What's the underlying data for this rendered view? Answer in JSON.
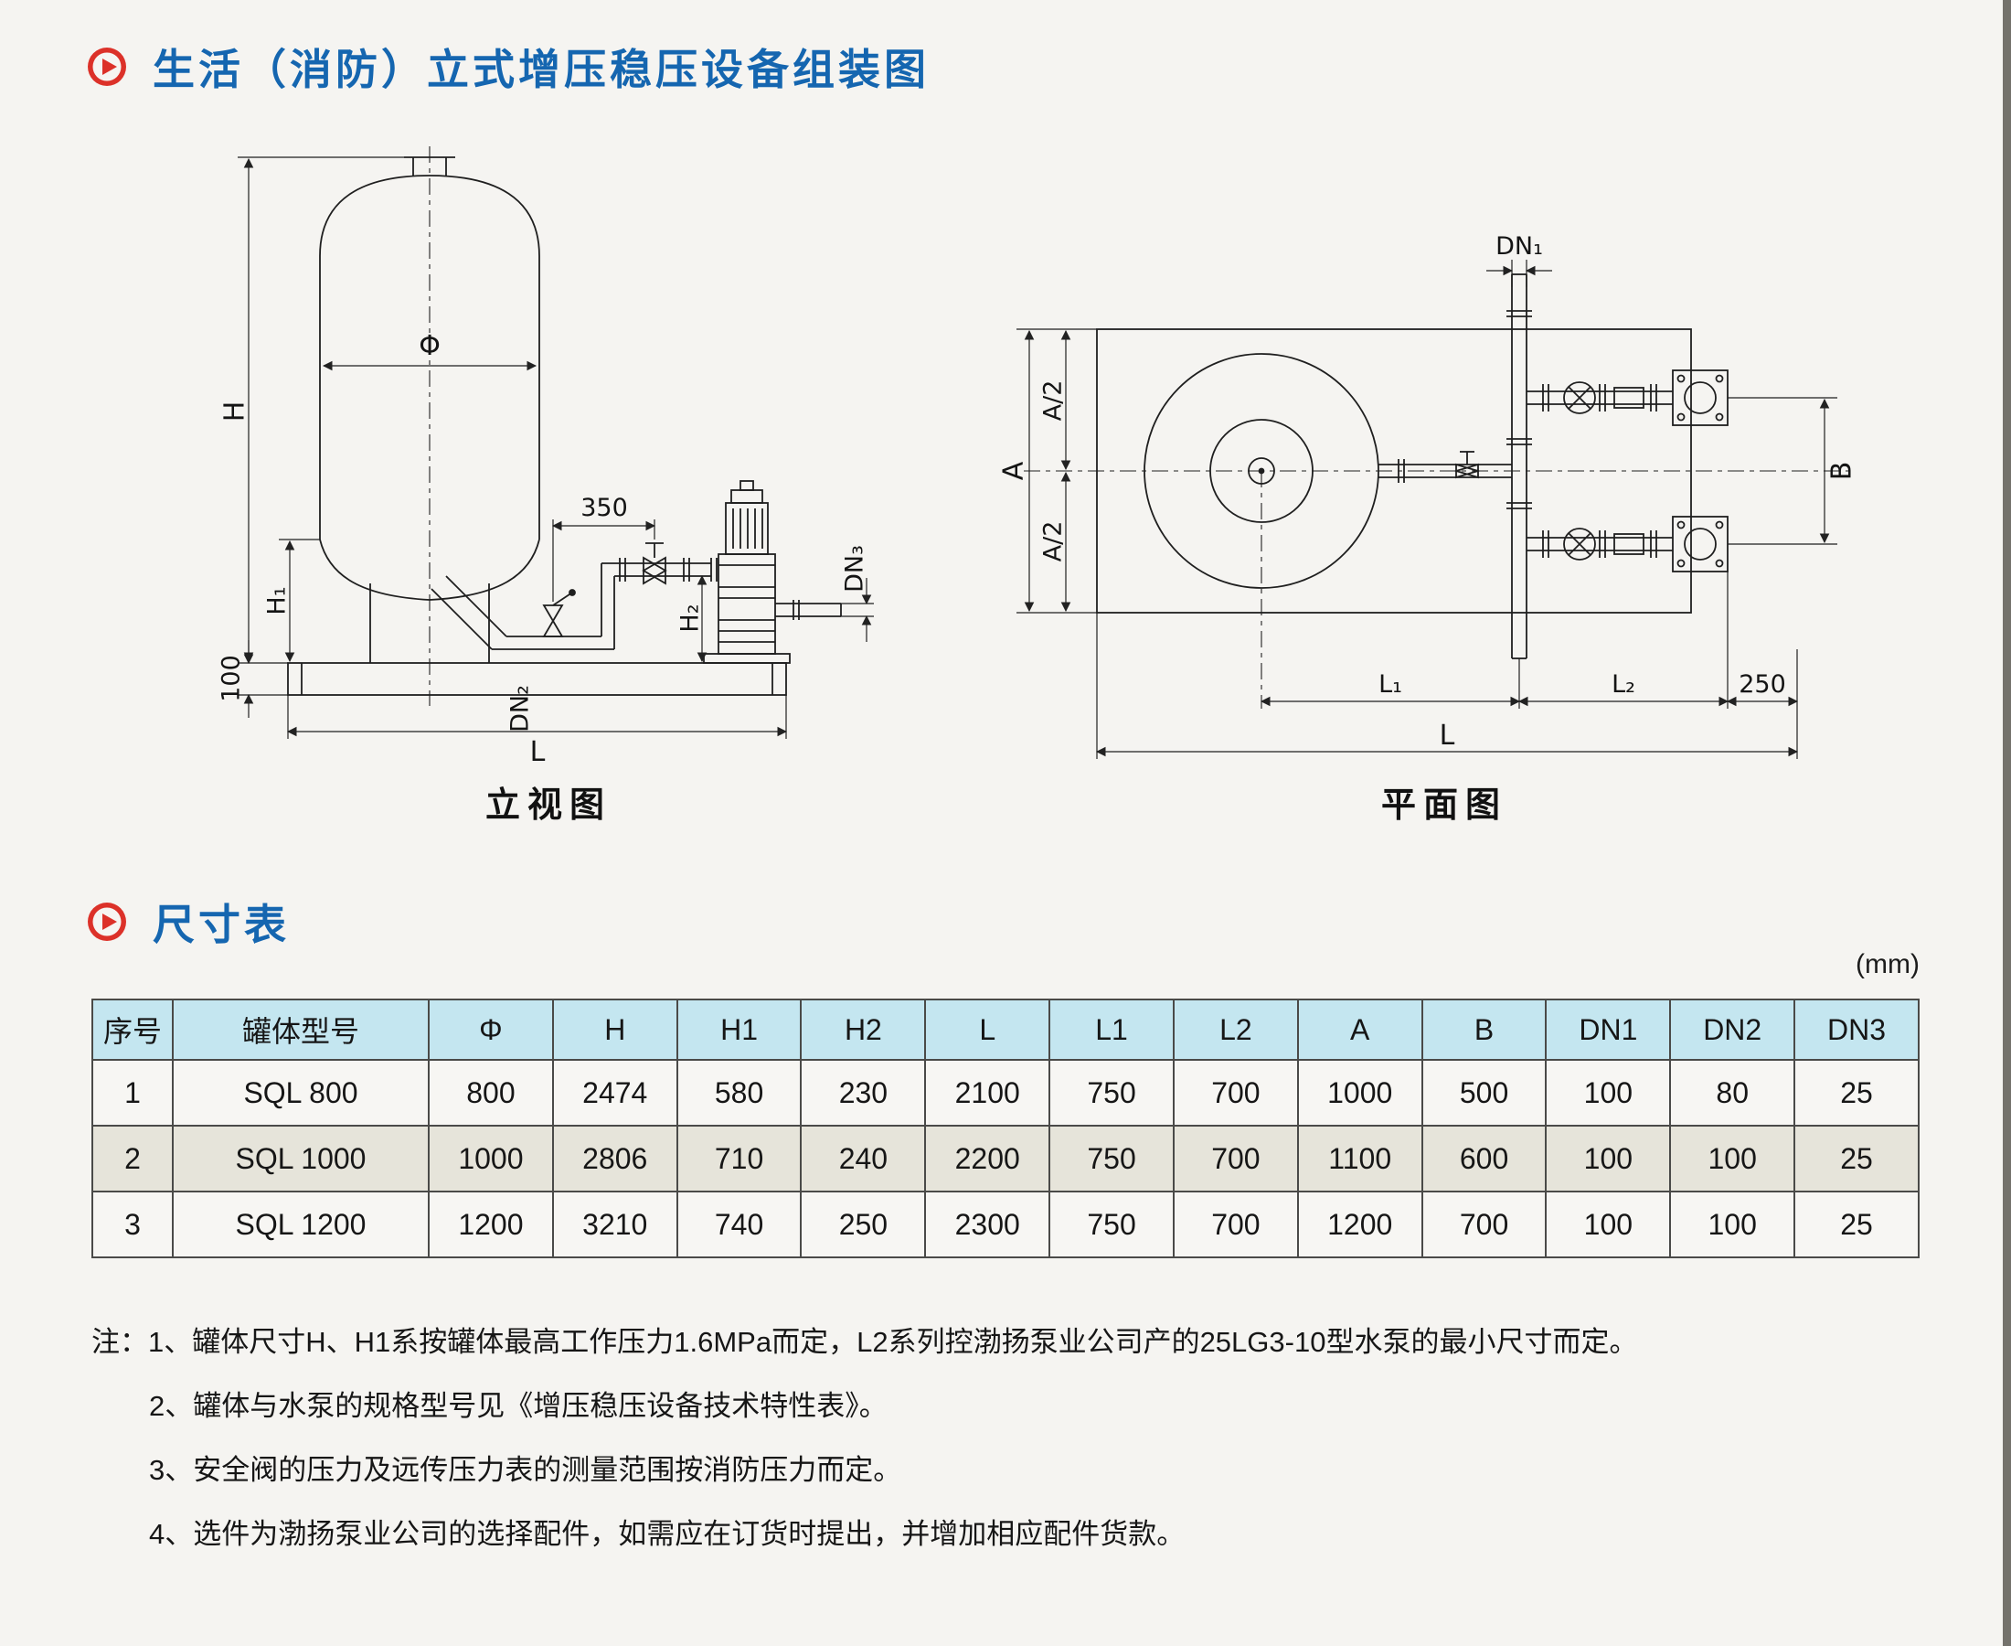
{
  "header": {
    "title": "生活（消防）立式增压稳压设备组装图"
  },
  "diagrams": {
    "elevation": {
      "caption": "立视图",
      "labels": {
        "H": "H",
        "phi": "Φ",
        "dim350": "350",
        "H1": "H₁",
        "H2": "H₂",
        "DN3": "DN₃",
        "DN2": "DN₂",
        "dim100": "100",
        "L": "L"
      }
    },
    "plan": {
      "caption": "平面图",
      "labels": {
        "DN1": "DN₁",
        "A": "A",
        "A2_top": "A/2",
        "A2_bottom": "A/2",
        "B": "B",
        "L1": "L₁",
        "L2": "L₂",
        "dim250": "250",
        "L": "L"
      }
    }
  },
  "dimension_table": {
    "section_title": "尺寸表",
    "unit_note": "(mm)",
    "headers": [
      "序号",
      "罐体型号",
      "Φ",
      "H",
      "H1",
      "H2",
      "L",
      "L1",
      "L2",
      "A",
      "B",
      "DN1",
      "DN2",
      "DN3"
    ],
    "rows": [
      [
        "1",
        "SQL 800",
        "800",
        "2474",
        "580",
        "230",
        "2100",
        "750",
        "700",
        "1000",
        "500",
        "100",
        "80",
        "25"
      ],
      [
        "2",
        "SQL 1000",
        "1000",
        "2806",
        "710",
        "240",
        "2200",
        "750",
        "700",
        "1100",
        "600",
        "100",
        "100",
        "25"
      ],
      [
        "3",
        "SQL 1200",
        "1200",
        "3210",
        "740",
        "250",
        "2300",
        "750",
        "700",
        "1200",
        "700",
        "100",
        "100",
        "25"
      ]
    ]
  },
  "notes": {
    "prefix": "注：",
    "items": [
      "1、罐体尺寸H、H1系按罐体最高工作压力1.6MPa而定，L2系列控渤扬泵业公司产的25LG3-10型水泵的最小尺寸而定。",
      "2、罐体与水泵的规格型号见《增压稳压设备技术特性表》。",
      "3、安全阀的压力及远传压力表的测量范围按消防压力而定。",
      "4、选件为渤扬泵业公司的选择配件，如需应在订货时提出，并增加相应配件货款。"
    ]
  }
}
